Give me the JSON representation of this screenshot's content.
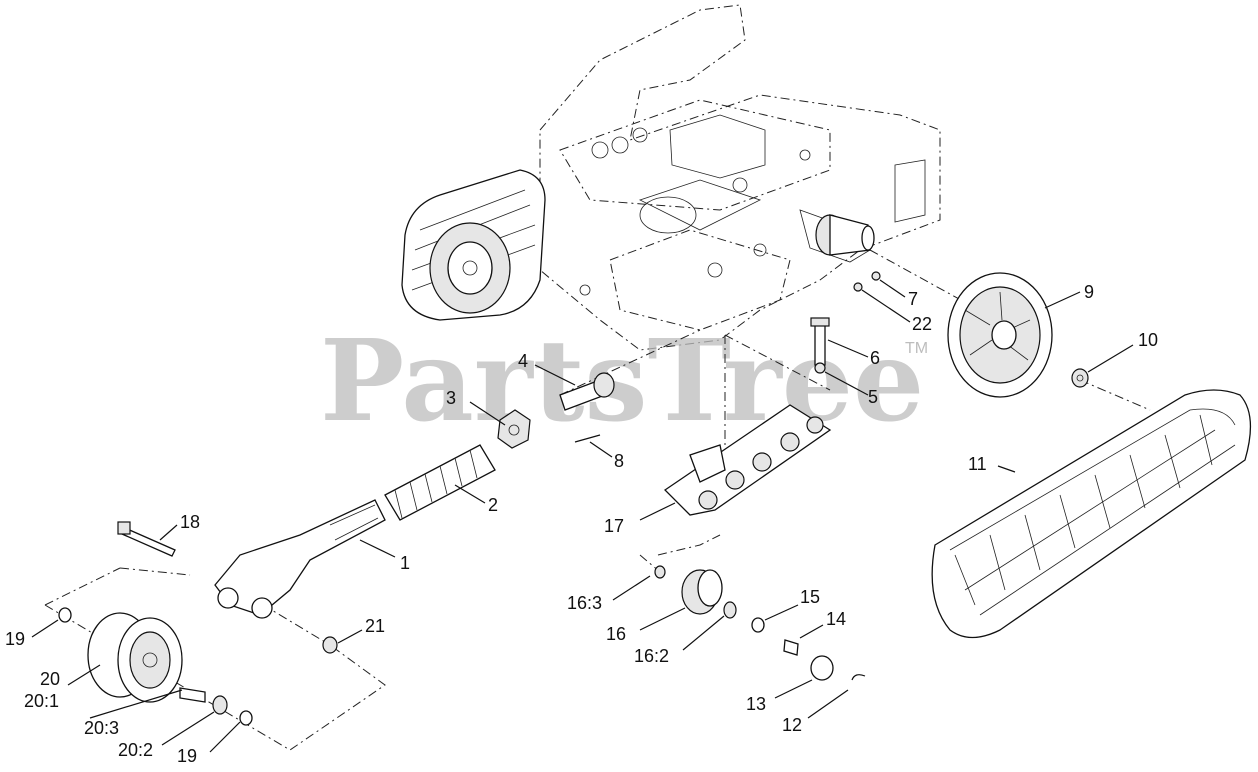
{
  "watermark": {
    "text": "PartsTree",
    "trademark": "TM"
  },
  "callouts": [
    {
      "id": "c1",
      "label": "1"
    },
    {
      "id": "c2",
      "label": "2"
    },
    {
      "id": "c3",
      "label": "3"
    },
    {
      "id": "c4",
      "label": "4"
    },
    {
      "id": "c5",
      "label": "5"
    },
    {
      "id": "c6",
      "label": "6"
    },
    {
      "id": "c7",
      "label": "7"
    },
    {
      "id": "c8",
      "label": "8"
    },
    {
      "id": "c9",
      "label": "9"
    },
    {
      "id": "c10",
      "label": "10"
    },
    {
      "id": "c11",
      "label": "11"
    },
    {
      "id": "c12",
      "label": "12"
    },
    {
      "id": "c13",
      "label": "13"
    },
    {
      "id": "c14",
      "label": "14"
    },
    {
      "id": "c15",
      "label": "15"
    },
    {
      "id": "c16",
      "label": "16"
    },
    {
      "id": "c162",
      "label": "16:2"
    },
    {
      "id": "c163",
      "label": "16:3"
    },
    {
      "id": "c17",
      "label": "17"
    },
    {
      "id": "c18",
      "label": "18"
    },
    {
      "id": "c19a",
      "label": "19"
    },
    {
      "id": "c19b",
      "label": "19"
    },
    {
      "id": "c20",
      "label": "20"
    },
    {
      "id": "c201",
      "label": "20:1"
    },
    {
      "id": "c202",
      "label": "20:2"
    },
    {
      "id": "c203",
      "label": "20:3"
    },
    {
      "id": "c21",
      "label": "21"
    },
    {
      "id": "c22",
      "label": "22"
    }
  ]
}
